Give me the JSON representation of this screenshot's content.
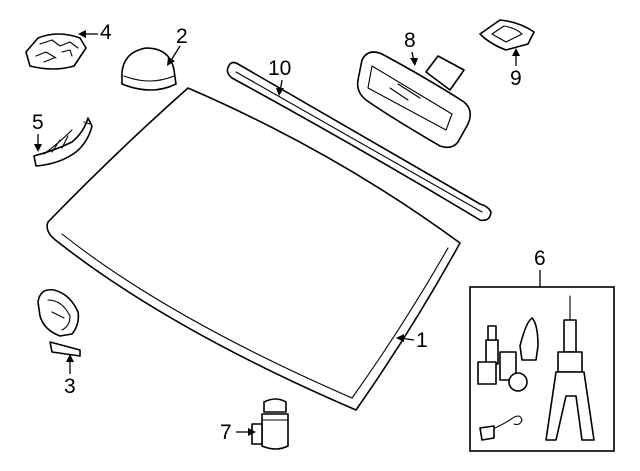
{
  "diagram": {
    "callouts": {
      "c1": "1",
      "c2": "2",
      "c3": "3",
      "c4": "4",
      "c5": "5",
      "c6": "6",
      "c7": "7",
      "c8": "8",
      "c9": "9",
      "c10": "10"
    },
    "colors": {
      "line": "#000000",
      "background": "#ffffff",
      "shade": "#d9d9d9"
    }
  }
}
